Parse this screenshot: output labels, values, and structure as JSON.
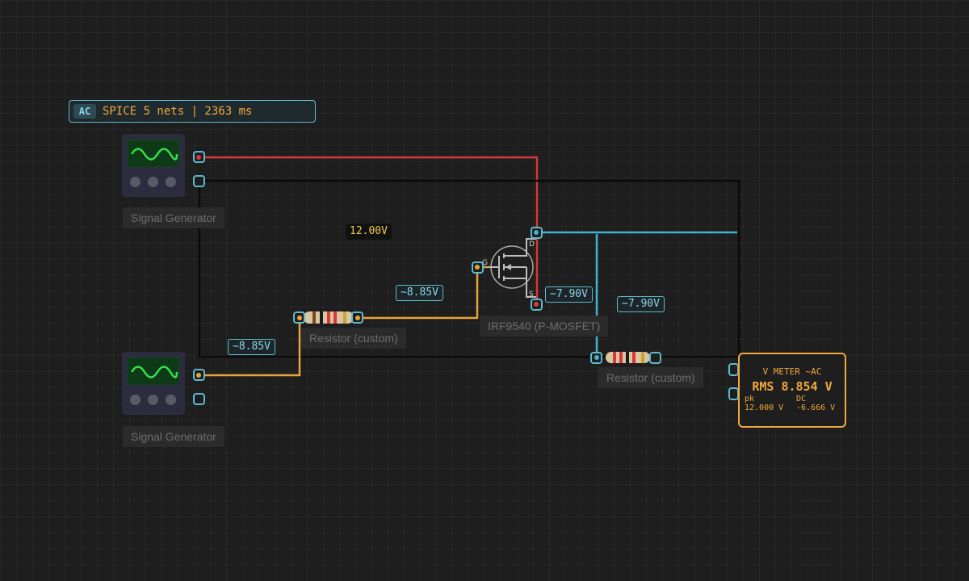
{
  "status": {
    "mode": "AC",
    "text": "SPICE 5 nets | 2363 ms"
  },
  "components": {
    "generator_top_label": "Signal Generator",
    "generator_bottom_label": "Signal Generator",
    "resistor_left_label": "Resistor (custom)",
    "resistor_right_label": "Resistor (custom)",
    "mosfet_label": "IRF9540 (P-MOSFET)",
    "mosfet_pin_g": "G",
    "mosfet_pin_d": "D",
    "mosfet_pin_s": "S"
  },
  "probes": {
    "v1": "12.00V",
    "v2": "~8.85V",
    "v3": "~8.85V",
    "v4": "~7.90V",
    "v5": "~7.90V"
  },
  "meter": {
    "title": "V METER ~AC",
    "rms": "RMS 8.854 V",
    "pk_label": "pk",
    "pk_value": "12.000 V",
    "dc_label": "DC",
    "dc_value": "-6.666 V"
  },
  "colors": {
    "wire_red": "#d9373a",
    "wire_black": "#0a0a0a",
    "wire_cyan": "#3fb3cf",
    "wire_yellow": "#e8a43a",
    "accent": "#f2a93b",
    "terminal": "#5fb9cf"
  }
}
